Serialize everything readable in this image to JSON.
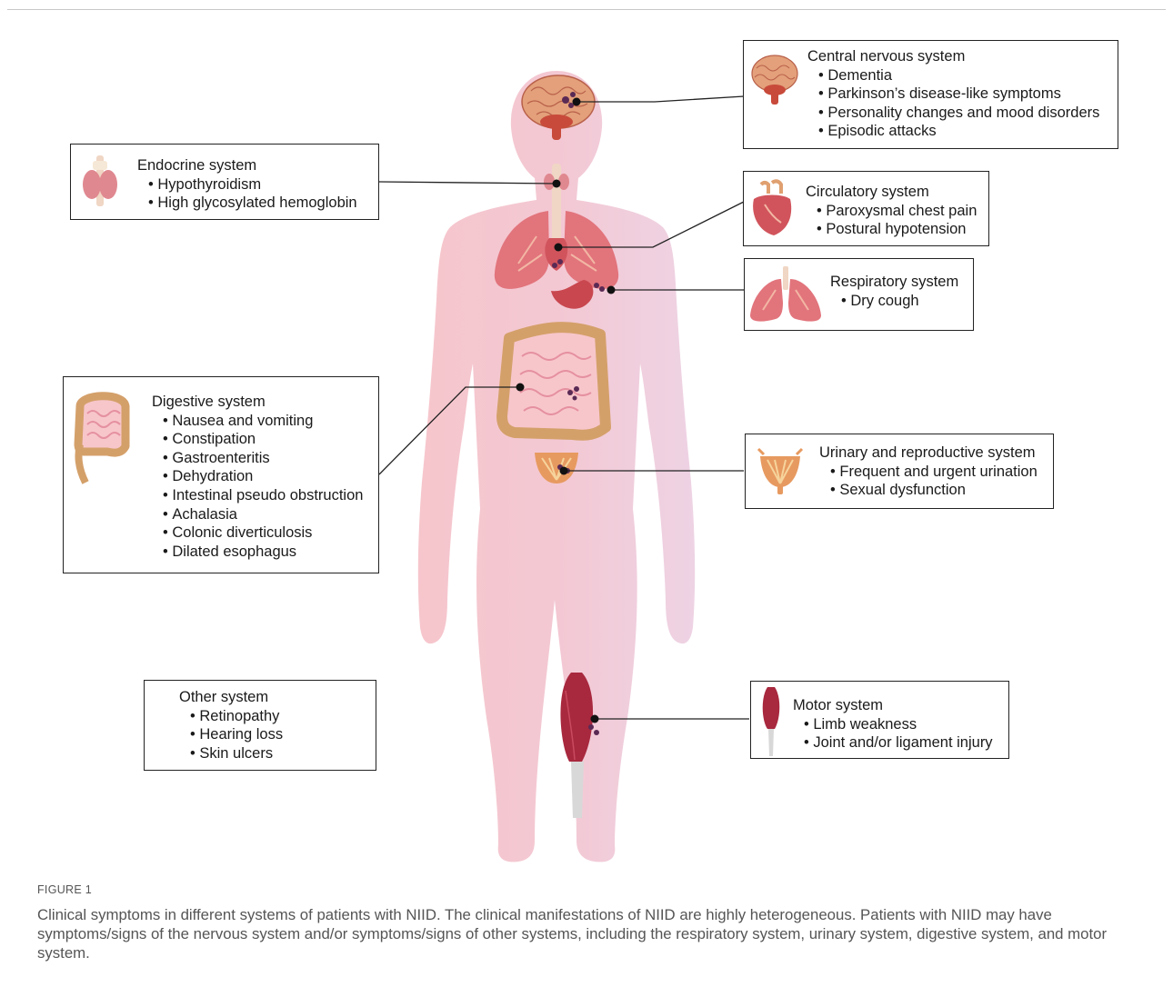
{
  "systems": {
    "cns": {
      "title": "Central nervous system",
      "items": [
        "Dementia",
        "Parkinson’s disease-like symptoms",
        "Personality changes and mood disorders",
        "Episodic attacks"
      ]
    },
    "endocrine": {
      "title": "Endocrine system",
      "items": [
        "Hypothyroidism",
        "High glycosylated hemoglobin"
      ]
    },
    "circulatory": {
      "title": "Circulatory system",
      "items": [
        "Paroxysmal chest pain",
        "Postural hypotension"
      ]
    },
    "respiratory": {
      "title": "Respiratory system",
      "items": [
        "Dry cough"
      ]
    },
    "digestive": {
      "title": "Digestive system",
      "items": [
        "Nausea and vomiting",
        "Constipation",
        "Gastroenteritis",
        "Dehydration",
        "Intestinal pseudo obstruction",
        "Achalasia",
        "Colonic diverticulosis",
        "Dilated esophagus"
      ]
    },
    "urinary": {
      "title": "Urinary and reproductive system",
      "items": [
        "Frequent and urgent urination",
        "Sexual dysfunction"
      ]
    },
    "other": {
      "title": "Other system",
      "items": [
        "Retinopathy",
        "Hearing loss",
        "Skin ulcers"
      ]
    },
    "motor": {
      "title": "Motor system",
      "items": [
        "Limb weakness",
        "Joint and/or ligament injury"
      ]
    }
  },
  "caption": {
    "label": "FIGURE 1",
    "text": "Clinical symptoms in different systems of patients with NIID. The clinical manifestations of NIID are highly heterogeneous. Patients with NIID may have symptoms/signs of the nervous system and/or symptoms/signs of other systems, including the respiratory system, urinary system, digestive system, and motor system."
  },
  "colors": {
    "body_silhouette": "#f4cdd8",
    "organ_red": "#e0707a",
    "organ_dark": "#c8485a",
    "inclusion_dots": "#5a2a55",
    "leader_lines": "#222222"
  }
}
